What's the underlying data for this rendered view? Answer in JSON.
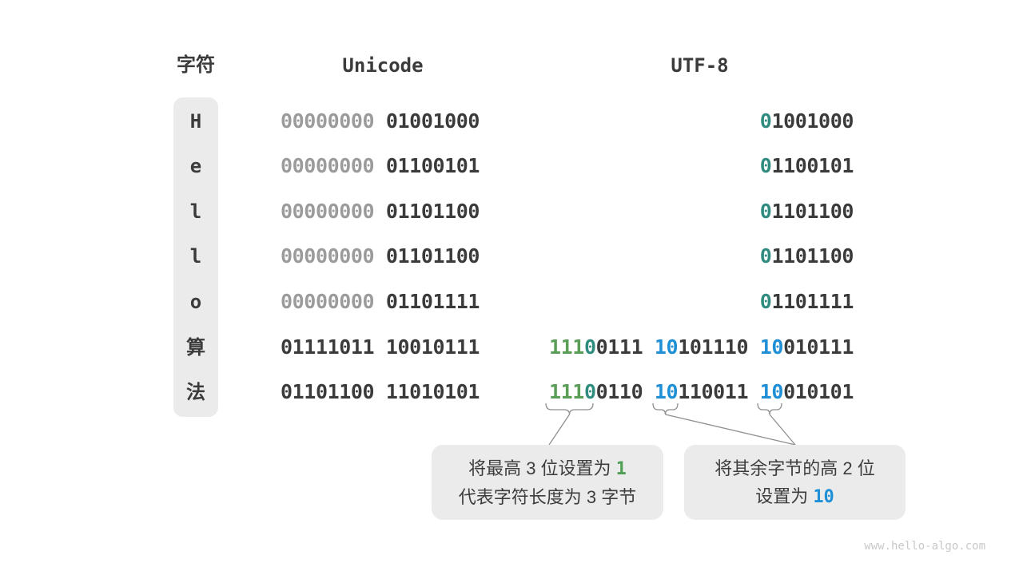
{
  "headers": {
    "char": "字符",
    "unicode": "Unicode",
    "utf8": "UTF-8"
  },
  "colors": {
    "text_dark": "#3b3b3b",
    "text_gray_leading_zeros": "#9b9b9b",
    "teal_first_bit": "#2f8c7e",
    "green_header_bits": "#5a9e58",
    "blue_continuation_bits": "#1f8fd6",
    "box_background": "#ebebeb",
    "connector_gray": "#8f8f8f",
    "watermark_gray": "#c9c9c9"
  },
  "rows": [
    {
      "char": "H",
      "u_gray": "00000000 ",
      "u_val": "01001000",
      "b1_teal": "0",
      "b1_rest": "1001000"
    },
    {
      "char": "e",
      "u_gray": "00000000 ",
      "u_val": "01100101",
      "b1_teal": "0",
      "b1_rest": "1100101"
    },
    {
      "char": "l",
      "u_gray": "00000000 ",
      "u_val": "01101100",
      "b1_teal": "0",
      "b1_rest": "1101100"
    },
    {
      "char": "l",
      "u_gray": "00000000 ",
      "u_val": "01101100",
      "b1_teal": "0",
      "b1_rest": "1101100"
    },
    {
      "char": "o",
      "u_gray": "00000000 ",
      "u_val": "01101111",
      "b1_teal": "0",
      "b1_rest": "1101111"
    },
    {
      "char": "算",
      "u_gray": "",
      "u_val": "01111011 10010111",
      "b1_green": "111",
      "b1_teal": "0",
      "b1_rest": "0111 ",
      "b2_blue": "10",
      "b2_rest": "101110 ",
      "b3_blue": "10",
      "b3_rest": "010111"
    },
    {
      "char": "法",
      "u_gray": "",
      "u_val": "01101100 11010101",
      "b1_green": "111",
      "b1_teal": "0",
      "b1_rest": "0110 ",
      "b2_blue": "10",
      "b2_rest": "110011 ",
      "b3_blue": "10",
      "b3_rest": "010101"
    }
  ],
  "callouts": {
    "first": {
      "line1_pre": "将最高 3 位设置为 ",
      "line1_num": "1",
      "line2": "代表字符长度为 3 字节"
    },
    "second": {
      "line1": "将其余字节的高 2 位",
      "line2_pre": "设置为 ",
      "line2_num": "10"
    }
  },
  "watermark": "www.hello-algo.com"
}
